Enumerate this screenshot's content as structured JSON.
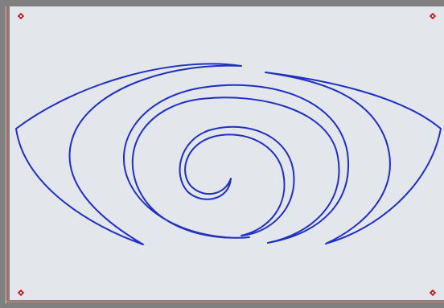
{
  "canvas": {
    "background_color": "#e3e6ea",
    "frame_color": "#808080",
    "stroke_color": "#1f2fbf",
    "handle_color": "#c0282c",
    "handles": [
      "corner-handle-top-left",
      "corner-handle-top-right",
      "corner-handle-bottom-left",
      "corner-handle-bottom-right"
    ],
    "drawing": "spiral-curves"
  }
}
